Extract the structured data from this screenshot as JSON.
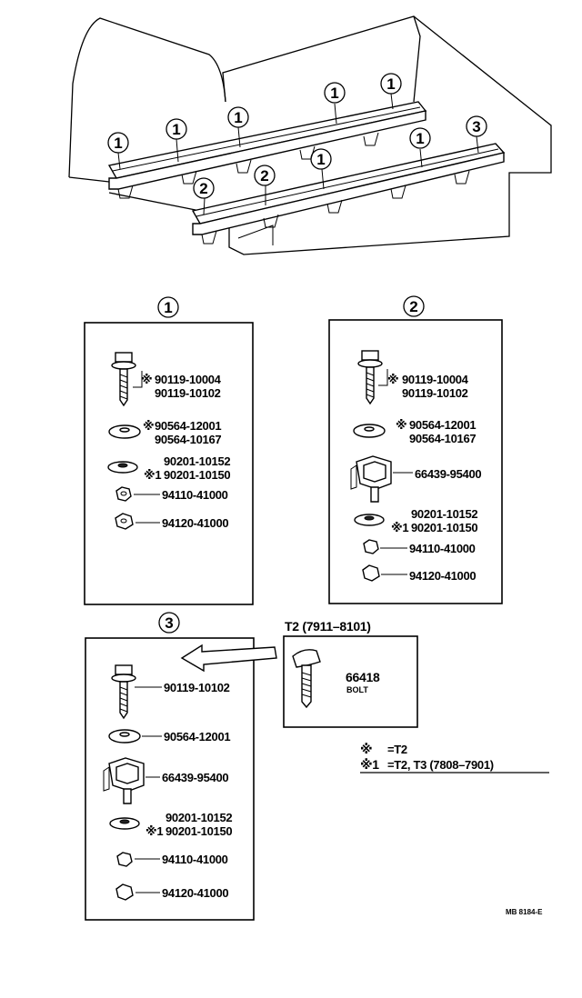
{
  "callouts": {
    "one": "1",
    "two": "2",
    "three": "3"
  },
  "group1": {
    "bolt_star": "※",
    "bolt_pn_a": "90119-10004",
    "bolt_pn_b": "90119-10102",
    "washer_star": "※",
    "washer_pn_a": "90564-12001",
    "washer_pn_b": "90564-10167",
    "flat_pn_a": "90201-10152",
    "flat_mark": "※1",
    "flat_pn_b": "90201-10150",
    "nut1_pn": "94110-41000",
    "nut2_pn": "94120-41000"
  },
  "group2": {
    "bolt_star": "※",
    "bolt_pn_a": "90119-10004",
    "bolt_pn_b": "90119-10102",
    "washer_star": "※",
    "washer_pn_a": "90564-12001",
    "washer_pn_b": "90564-10167",
    "clip_pn": "66439-95400",
    "flat_pn_a": "90201-10152",
    "flat_mark": "※1",
    "flat_pn_b": "90201-10150",
    "nut1_pn": "94110-41000",
    "nut2_pn": "94120-41000"
  },
  "group3": {
    "bolt_pn": "90119-10102",
    "washer_pn": "90564-12001",
    "clip_pn": "66439-95400",
    "flat_pn_a": "90201-10152",
    "flat_mark": "※1",
    "flat_pn_b": "90201-10150",
    "nut1_pn": "94110-41000",
    "nut2_pn": "94120-41000"
  },
  "t2_box": {
    "title": "T2 (7911–8101)",
    "bolt_pn": "66418",
    "bolt_label": "BOLT"
  },
  "legend": {
    "mark1": "※",
    "text1": "=T2",
    "mark2": "※1",
    "text2": "=T2, T3 (7808–7901)"
  },
  "footer_code": "MB 8184-E"
}
